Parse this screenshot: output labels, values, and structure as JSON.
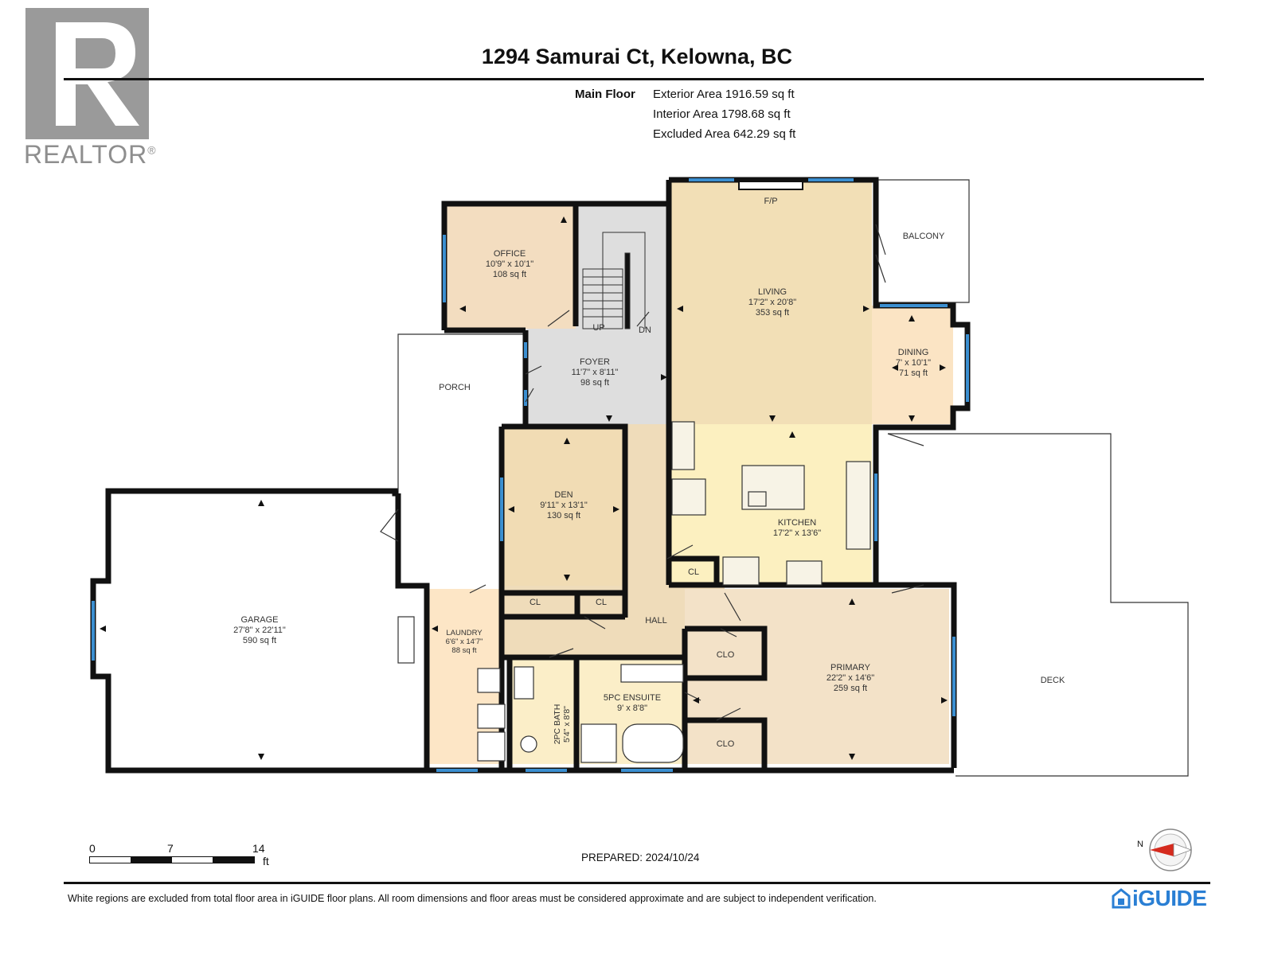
{
  "logo": {
    "text": "REALTOR",
    "mark": "®"
  },
  "header": {
    "title": "1294 Samurai Ct, Kelowna, BC"
  },
  "areas": {
    "floor_label": "Main Floor",
    "exterior": "Exterior Area 1916.59 sq ft",
    "interior": "Interior Area 1798.68 sq ft",
    "excluded": "Excluded Area 642.29 sq ft"
  },
  "rooms": {
    "office": {
      "name": "OFFICE",
      "dims": "10'9\" x 10'1\"",
      "area": "108 sq ft"
    },
    "living": {
      "name": "LIVING",
      "dims": "17'2\" x 20'8\"",
      "area": "353 sq ft"
    },
    "fp": "F/P",
    "balcony": "BALCONY",
    "foyer": {
      "name": "FOYER",
      "dims": "11'7\" x 8'11\"",
      "area": "98 sq ft"
    },
    "up": "UP",
    "dn": "DN",
    "dining": {
      "name": "DINING",
      "dims": "7' x 10'1\"",
      "area": "71 sq ft"
    },
    "porch": "PORCH",
    "den": {
      "name": "DEN",
      "dims": "9'11\" x 13'1\"",
      "area": "130 sq ft"
    },
    "kitchen": {
      "name": "KITCHEN",
      "dims": "17'2\" x 13'6\""
    },
    "cl": "CL",
    "garage": {
      "name": "GARAGE",
      "dims": "27'8\" x 22'11\"",
      "area": "590 sq ft"
    },
    "hall": "HALL",
    "laundry": {
      "name": "LAUNDRY",
      "dims": "6'6\" x 14'7\"",
      "area": "88 sq ft"
    },
    "bath2": {
      "name": "2PC BATH",
      "dims": "5'4\" x 8'8\""
    },
    "ensuite": {
      "name": "5PC ENSUITE",
      "dims": "9' x 8'8\""
    },
    "clo": "CLO",
    "primary": {
      "name": "PRIMARY",
      "dims": "22'2\" x 14'6\"",
      "area": "259 sq ft"
    },
    "deck": "DECK"
  },
  "scale": {
    "t0": "0",
    "t7": "7",
    "t14": "14",
    "unit": "ft"
  },
  "prepared": "PREPARED: 2024/10/24",
  "compass": {
    "label": "N"
  },
  "footer": {
    "note": "White regions are excluded from total floor area in iGUIDE floor plans. All room dimensions and floor areas must be considered approximate and are subject to independent verification.",
    "brand": "iGUIDE"
  },
  "colors": {
    "living": "#f2dfb6",
    "dining": "#fbe4c4",
    "kitchen": "#fcf0c0",
    "office": "#f3ddc0",
    "den": "#f1dcb4",
    "foyer": "#dedede",
    "hall": "#efdcba",
    "primary": "#f3e2c8",
    "laundry": "#fde6c6",
    "bath": "#fbeec8",
    "window": "#3b8fd1",
    "wall": "#111111",
    "brand": "#2a7fd4"
  }
}
